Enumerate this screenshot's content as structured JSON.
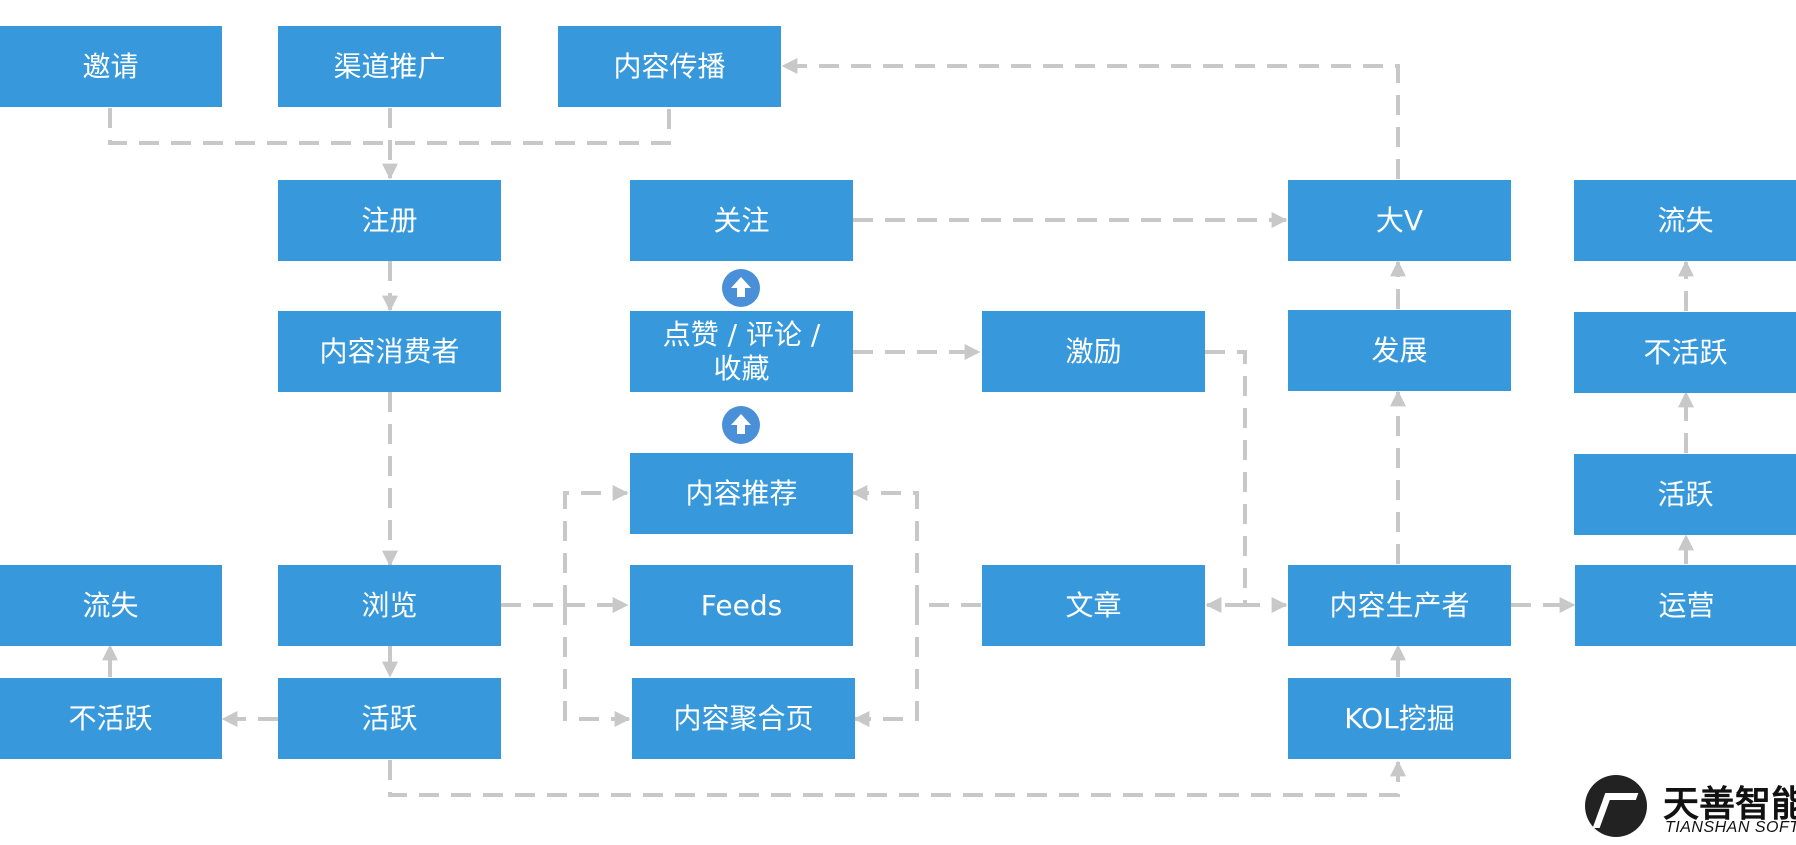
{
  "nodes": {
    "invite": "邀请",
    "channel": "渠道推广",
    "spread": "内容传播",
    "register": "注册",
    "consumer": "内容消费者",
    "browse": "浏览",
    "active_left": "活跃",
    "inactive_left": "不活跃",
    "churn_left": "流失",
    "follow": "关注",
    "interact": "点赞 / 评论 / 收藏",
    "recommend": "内容推荐",
    "feeds": "Feeds",
    "aggregate": "内容聚合页",
    "incentive": "激励",
    "article": "文章",
    "bigv": "大V",
    "develop": "发展",
    "producer": "内容生产者",
    "kol": "KOL挖掘",
    "churn_right": "流失",
    "inactive_right": "不活跃",
    "active_right": "活跃",
    "operate": "运营"
  },
  "icons": {
    "badge": "arrow-up-circle-icon",
    "logo": "tianshan-logo-mark"
  },
  "logo": {
    "cn": "天善智能",
    "en": "TIANSHAN SOFT"
  },
  "colors": {
    "node": "#3799db",
    "connector": "#c8c8c8",
    "badge": "#4a90d8"
  }
}
